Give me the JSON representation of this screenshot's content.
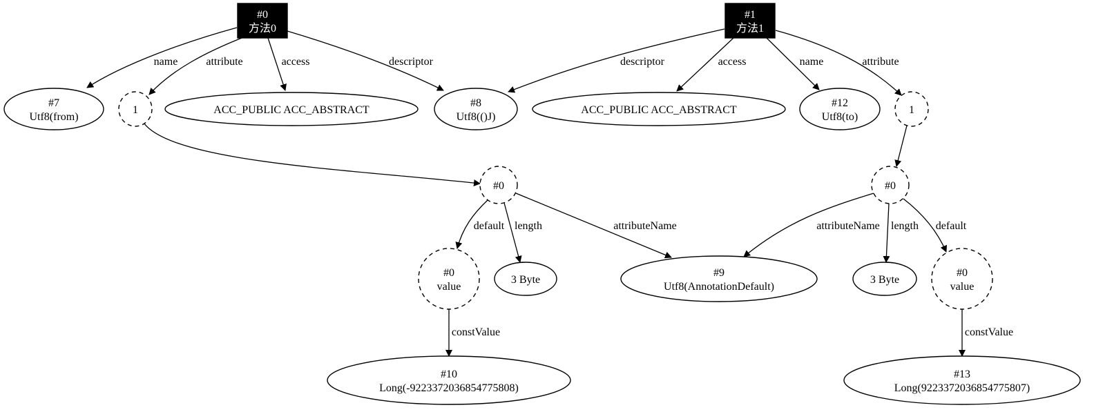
{
  "diagram": {
    "nodes": {
      "m0": {
        "lines": [
          "#0",
          "方法0"
        ]
      },
      "m1": {
        "lines": [
          "#1",
          "方法1"
        ]
      },
      "n7": {
        "lines": [
          "#7",
          "Utf8(from)"
        ]
      },
      "a0": {
        "lines": [
          "1"
        ]
      },
      "acc0": {
        "lines": [
          "ACC_PUBLIC ACC_ABSTRACT"
        ]
      },
      "n8": {
        "lines": [
          "#8",
          "Utf8(()J)"
        ]
      },
      "acc1": {
        "lines": [
          "ACC_PUBLIC ACC_ABSTRACT"
        ]
      },
      "n12": {
        "lines": [
          "#12",
          "Utf8(to)"
        ]
      },
      "a1": {
        "lines": [
          "1"
        ]
      },
      "h0": {
        "lines": [
          "#0"
        ]
      },
      "h1": {
        "lines": [
          "#0"
        ]
      },
      "v0": {
        "lines": [
          "#0",
          "value"
        ]
      },
      "b0": {
        "lines": [
          "3 Byte"
        ]
      },
      "n9": {
        "lines": [
          "#9",
          "Utf8(AnnotationDefault)"
        ]
      },
      "b1": {
        "lines": [
          "3 Byte"
        ]
      },
      "v1": {
        "lines": [
          "#0",
          "value"
        ]
      },
      "n10": {
        "lines": [
          "#10",
          "Long(-9223372036854775808)"
        ]
      },
      "n13": {
        "lines": [
          "#13",
          "Long(9223372036854775807)"
        ]
      }
    },
    "edges": [
      {
        "from": "m0",
        "to": "n7",
        "label": "name"
      },
      {
        "from": "m0",
        "to": "a0",
        "label": "attribute"
      },
      {
        "from": "m0",
        "to": "acc0",
        "label": "access"
      },
      {
        "from": "m0",
        "to": "n8",
        "label": "descriptor"
      },
      {
        "from": "m1",
        "to": "n8",
        "label": "descriptor"
      },
      {
        "from": "m1",
        "to": "acc1",
        "label": "access"
      },
      {
        "from": "m1",
        "to": "n12",
        "label": "name"
      },
      {
        "from": "m1",
        "to": "a1",
        "label": "attribute"
      },
      {
        "from": "a0",
        "to": "h0",
        "label": ""
      },
      {
        "from": "a1",
        "to": "h1",
        "label": ""
      },
      {
        "from": "h0",
        "to": "v0",
        "label": "default"
      },
      {
        "from": "h0",
        "to": "b0",
        "label": "length"
      },
      {
        "from": "h0",
        "to": "n9",
        "label": "attributeName"
      },
      {
        "from": "h1",
        "to": "n9",
        "label": "attributeName"
      },
      {
        "from": "h1",
        "to": "b1",
        "label": "length"
      },
      {
        "from": "h1",
        "to": "v1",
        "label": "default"
      },
      {
        "from": "v0",
        "to": "n10",
        "label": "constValue"
      },
      {
        "from": "v1",
        "to": "n13",
        "label": "constValue"
      }
    ]
  }
}
